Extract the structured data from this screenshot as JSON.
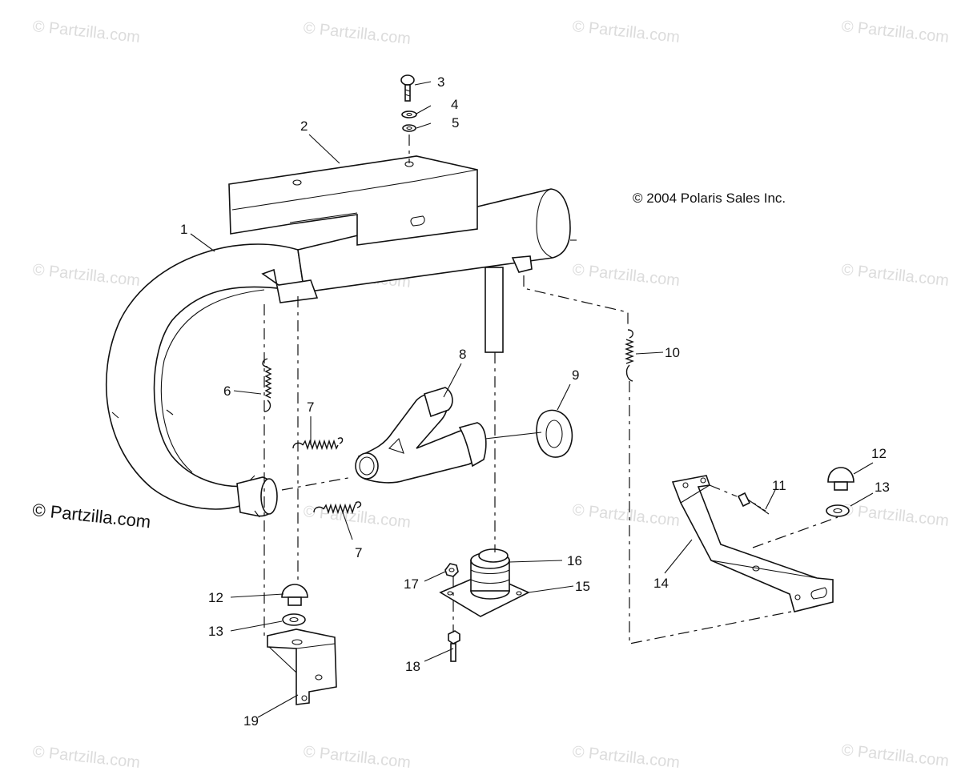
{
  "watermark": {
    "text": "© Partzilla.com",
    "featured_text": "© Partzilla.com"
  },
  "copyright": "© 2004 Polaris Sales Inc.",
  "callouts": {
    "c1": "1",
    "c2": "2",
    "c3": "3",
    "c4": "4",
    "c5": "5",
    "c6": "6",
    "c7a": "7",
    "c7b": "7",
    "c8": "8",
    "c9": "9",
    "c10": "10",
    "c11": "11",
    "c12a": "12",
    "c12b": "12",
    "c13a": "13",
    "c13b": "13",
    "c14": "14",
    "c15": "15",
    "c16": "16",
    "c17": "17",
    "c18": "18",
    "c19": "19"
  }
}
